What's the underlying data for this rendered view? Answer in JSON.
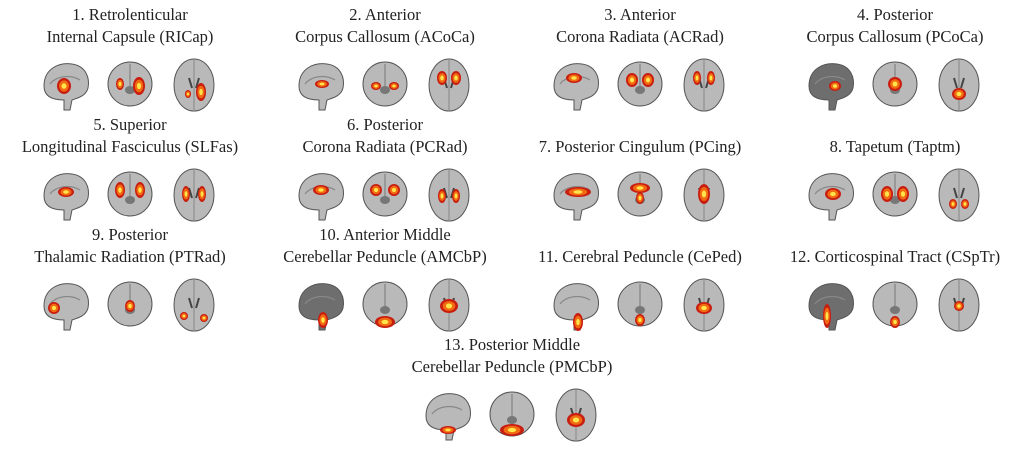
{
  "panels": [
    {
      "lines": [
        "1. Retrolenticular",
        "Internal Capsule (RICap)"
      ]
    },
    {
      "lines": [
        "2. Anterior",
        "Corpus Callosum (ACoCa)"
      ]
    },
    {
      "lines": [
        "3. Anterior",
        "Corona Radiata (ACRad)"
      ]
    },
    {
      "lines": [
        "4. Posterior",
        "Corpus Callosum (PCoCa)"
      ]
    },
    {
      "lines": [
        "5. Superior",
        "Longitudinal Fasciculus (SLFas)"
      ]
    },
    {
      "lines": [
        "6. Posterior",
        "Corona Radiata (PCRad)"
      ]
    },
    {
      "lines": [
        "",
        "7. Posterior Cingulum (PCing)"
      ]
    },
    {
      "lines": [
        "",
        "8. Tapetum (Taptm)"
      ]
    },
    {
      "lines": [
        "9. Posterior",
        "Thalamic Radiation (PTRad)"
      ]
    },
    {
      "lines": [
        "10. Anterior Middle",
        "Cerebellar Peduncle (AMCbP)"
      ]
    },
    {
      "lines": [
        "",
        "11. Cerebral Peduncle (CePed)"
      ]
    },
    {
      "lines": [
        "",
        "12. Corticospinal Tract (CSpTr)"
      ]
    },
    {
      "lines": [
        "13. Posterior Middle",
        "Cerebellar Peduncle (PMCbP)"
      ]
    }
  ],
  "views": [
    "sagittal-slice-icon",
    "coronal-slice-icon",
    "axial-slice-icon"
  ],
  "colors": {
    "tissue": "#b9b9b9",
    "tissue_dark": "#6e6e6e",
    "heat_outer": "#c81e10",
    "heat_mid": "#f26a12",
    "heat_core": "#ffe54a"
  }
}
